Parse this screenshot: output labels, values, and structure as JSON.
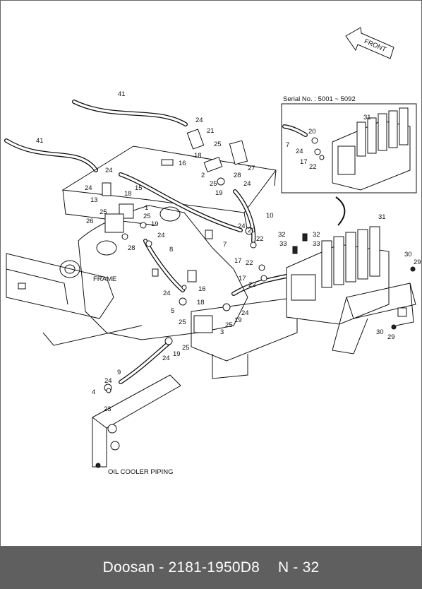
{
  "diagram": {
    "front_label": "FRONT",
    "inset_title": "Serial No. : 5001 ~ 5092",
    "frame_label": "FRAME",
    "oil_cooler_label": "OIL COOLER PIPING",
    "callouts": [
      {
        "id": "c41a",
        "text": "41"
      },
      {
        "id": "c41b",
        "text": "41"
      },
      {
        "id": "c24a",
        "text": "24"
      },
      {
        "id": "c21",
        "text": "21"
      },
      {
        "id": "c25a",
        "text": "25"
      },
      {
        "id": "c18a",
        "text": "18"
      },
      {
        "id": "c16a",
        "text": "16"
      },
      {
        "id": "c2",
        "text": "2"
      },
      {
        "id": "c27",
        "text": "27"
      },
      {
        "id": "c28a",
        "text": "28"
      },
      {
        "id": "c25b",
        "text": "25"
      },
      {
        "id": "c19a",
        "text": "19"
      },
      {
        "id": "c24b",
        "text": "24"
      },
      {
        "id": "c24c",
        "text": "24"
      },
      {
        "id": "c24d",
        "text": "24"
      },
      {
        "id": "c13",
        "text": "13"
      },
      {
        "id": "c18b",
        "text": "18"
      },
      {
        "id": "c15",
        "text": "15"
      },
      {
        "id": "c1",
        "text": "1"
      },
      {
        "id": "c25c",
        "text": "25"
      },
      {
        "id": "c25d",
        "text": "25"
      },
      {
        "id": "c26",
        "text": "26"
      },
      {
        "id": "c19b",
        "text": "19"
      },
      {
        "id": "c24e",
        "text": "24"
      },
      {
        "id": "c28b",
        "text": "28"
      },
      {
        "id": "c10",
        "text": "10"
      },
      {
        "id": "c24f",
        "text": "24"
      },
      {
        "id": "c20a",
        "text": "20"
      },
      {
        "id": "c22a",
        "text": "22"
      },
      {
        "id": "c7a",
        "text": "7"
      },
      {
        "id": "c17a",
        "text": "17"
      },
      {
        "id": "c22b",
        "text": "22"
      },
      {
        "id": "c8",
        "text": "8"
      },
      {
        "id": "c17b",
        "text": "17"
      },
      {
        "id": "c22c",
        "text": "22"
      },
      {
        "id": "c32a",
        "text": "32"
      },
      {
        "id": "c32b",
        "text": "32"
      },
      {
        "id": "c33a",
        "text": "33"
      },
      {
        "id": "c33b",
        "text": "33"
      },
      {
        "id": "c31a",
        "text": "31"
      },
      {
        "id": "c30a",
        "text": "30"
      },
      {
        "id": "c29a",
        "text": "29"
      },
      {
        "id": "c30b",
        "text": "30"
      },
      {
        "id": "c29b",
        "text": "29"
      },
      {
        "id": "c16b",
        "text": "16"
      },
      {
        "id": "c24g",
        "text": "24"
      },
      {
        "id": "c18c",
        "text": "18"
      },
      {
        "id": "c5",
        "text": "5"
      },
      {
        "id": "c25e",
        "text": "25"
      },
      {
        "id": "c3",
        "text": "3"
      },
      {
        "id": "c25f",
        "text": "25"
      },
      {
        "id": "c19c",
        "text": "19"
      },
      {
        "id": "c24h",
        "text": "24"
      },
      {
        "id": "c25g",
        "text": "25"
      },
      {
        "id": "c24i",
        "text": "24"
      },
      {
        "id": "c19d",
        "text": "19"
      },
      {
        "id": "c9",
        "text": "9"
      },
      {
        "id": "c24j",
        "text": "24"
      },
      {
        "id": "c4",
        "text": "4"
      },
      {
        "id": "c23",
        "text": "23"
      },
      {
        "id": "c31b",
        "text": "31"
      },
      {
        "id": "c20b",
        "text": "20"
      },
      {
        "id": "c7b",
        "text": "7"
      },
      {
        "id": "c24k",
        "text": "24"
      },
      {
        "id": "c17c",
        "text": "17"
      },
      {
        "id": "c22d",
        "text": "22"
      }
    ]
  },
  "footer": {
    "brand": "Doosan",
    "separator": " - ",
    "part_number": "2181-1950D8",
    "page": "N - 32"
  }
}
